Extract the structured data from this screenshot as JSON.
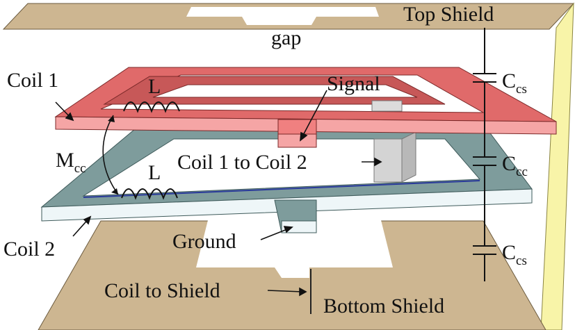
{
  "labels": {
    "top_shield": "Top Shield",
    "gap": "gap",
    "coil1": "Coil 1",
    "signal": "Signal",
    "coil1_to_coil2": "Coil 1 to Coil 2",
    "coil2": "Coil 2",
    "ground": "Ground",
    "coil_to_shield": "Coil to Shield",
    "bottom_shield": "Bottom Shield",
    "inductor_top": "L",
    "inductor_bottom": "L",
    "mutual_main": "M",
    "mutual_sub": "cc",
    "cap_top_main": "C",
    "cap_top_sub": "cs",
    "cap_mid_main": "C",
    "cap_mid_sub": "cc",
    "cap_bot_main": "C",
    "cap_bot_sub": "cs"
  },
  "colors": {
    "shield": "#cdb691",
    "coil1_top": "#e06a6a",
    "coil1_side": "#f5a5a5",
    "coil1_dark": "#a83c3c",
    "coil2_top": "#7e9c9c",
    "coil2_side": "#eef6f8",
    "wall": "#f8f4a8",
    "via": "#d4d4d4"
  }
}
